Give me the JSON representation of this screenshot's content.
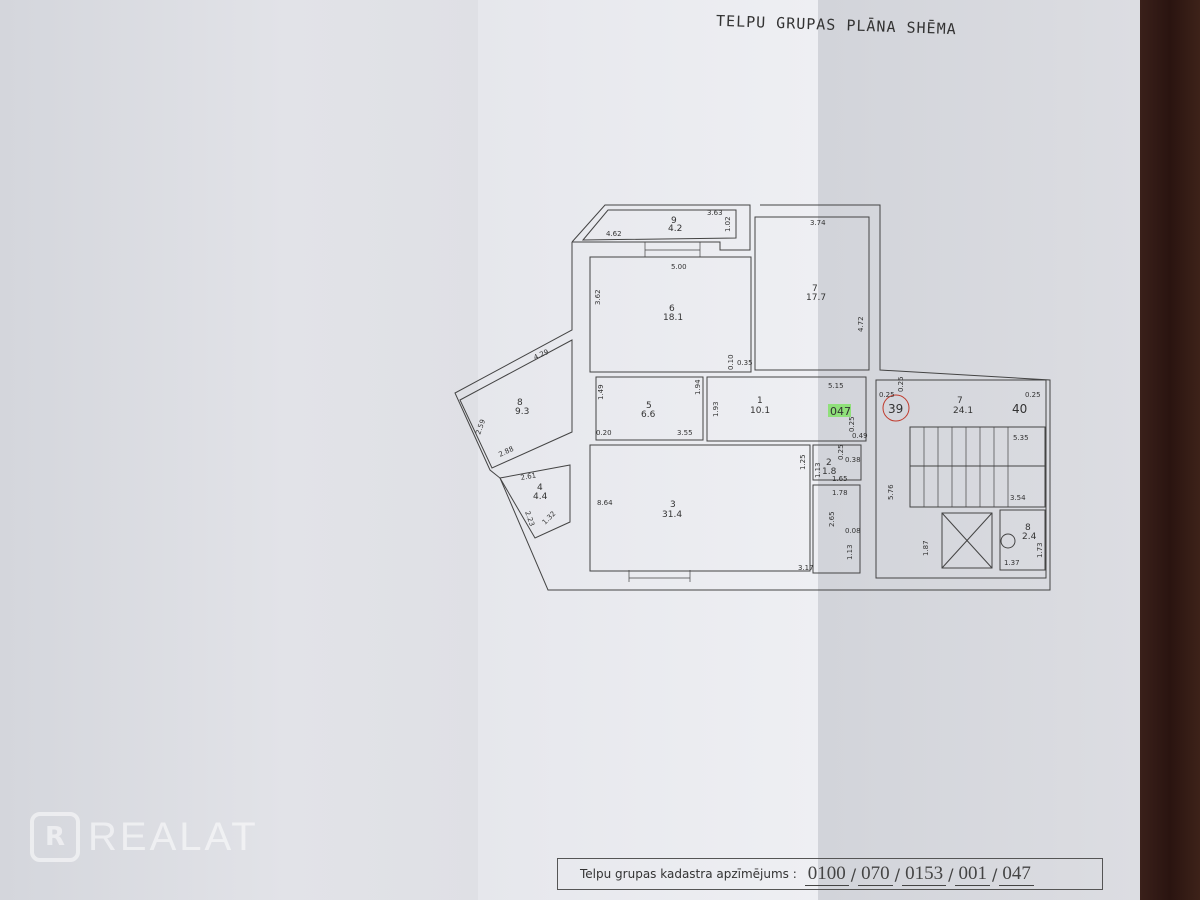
{
  "title": "TELPU GRUPAS PLĀNA SHĒMA",
  "watermark": "REALAT",
  "cadastre": {
    "label": "Telpu grupas kadastra apzīmējums :",
    "parts": [
      "0100",
      "070",
      "0153",
      "001",
      "047"
    ]
  },
  "plan": {
    "group_label": "047",
    "neighbor_units": [
      "39",
      "40"
    ],
    "rooms": [
      {
        "number": "1",
        "area": "10.1"
      },
      {
        "number": "2",
        "area": "1.8"
      },
      {
        "number": "3",
        "area": "31.4"
      },
      {
        "number": "4",
        "area": "4.4"
      },
      {
        "number": "5",
        "area": "6.6"
      },
      {
        "number": "6",
        "area": "18.1"
      },
      {
        "number": "7",
        "area": "17.7"
      },
      {
        "number": "8",
        "area": "9.3"
      },
      {
        "number": "9",
        "area": "4.2"
      },
      {
        "number": "7",
        "area": "24.1"
      },
      {
        "number": "8",
        "area": "2.4"
      }
    ],
    "dimensions": [
      "3.63",
      "4.62",
      "1.02",
      "3.74",
      "5.00",
      "3.62",
      "4.72",
      "0.10",
      "0.35",
      "4.29",
      "2.59",
      "2.88",
      "1.49",
      "1.94",
      "0.20",
      "3.55",
      "1.93",
      "5.15",
      "0.25",
      "0.49",
      "2.61",
      "2.23",
      "1.32",
      "8.64",
      "1.25",
      "0.25",
      "0.38",
      "1.13",
      "1.65",
      "1.78",
      "2.65",
      "0.08",
      "1.13",
      "3.17",
      "0.25",
      "0.25",
      "0.25",
      "5.35",
      "5.76",
      "3.54",
      "1.87",
      "1.37",
      "1.73"
    ]
  },
  "colors": {
    "highlight": "#8fe07a",
    "circle": "#c0392b",
    "line": "#444444"
  }
}
